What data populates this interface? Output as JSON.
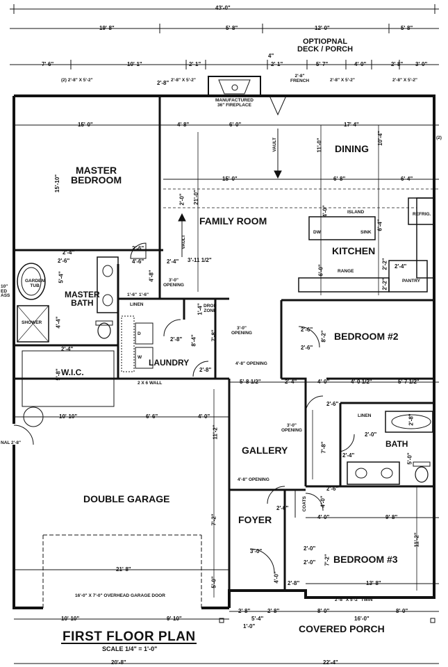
{
  "plan": {
    "title": "FIRST FLOOR PLAN",
    "scale": "SCALE 1/4\" = 1'-0\"",
    "rooms": {
      "master_bedroom": "MASTER\nBEDROOM",
      "master_bath": "MASTER\nBATH",
      "wic": "W.I.C.",
      "laundry": "LAUNDRY",
      "family_room": "FAMILY ROOM",
      "dining": "DINING",
      "kitchen": "KITCHEN",
      "bedroom2": "BEDROOM #2",
      "bedroom3": "BEDROOM #3",
      "bath": "BATH",
      "gallery": "GALLERY",
      "foyer": "FOYER",
      "double_garage": "DOUBLE GARAGE",
      "covered_porch": "COVERED PORCH",
      "optional_deck": "OPTIOPNAL\nDECK / PORCH"
    },
    "fixtures": {
      "fireplace": "MANUFACTURED\n36\" FIREPLACE",
      "garden_tub": "GARDEN\nTUB",
      "shower": "SHOWER",
      "linen1": "LINEN",
      "linen2": "LINEN",
      "drop_zone": "DROP\nZONE",
      "island": "ISLAND",
      "sink": "SINK",
      "dw": "DW",
      "refrig": "REFRIG.",
      "range": "RANGE",
      "pantry": "PANTRY",
      "coats": "COATS",
      "garage_door": "16'-0\" X 7'-0\" OVERHEAD GARAGE DOOR",
      "wall_note": "2 X 6 WALL",
      "vault1": "VAULT",
      "vault2": "VAULT",
      "french": "2'-8\"\nFRENCH",
      "window_twin": "2'-8\" X 5'-2\" TWIN",
      "w": "W",
      "d": "D"
    },
    "dims": {
      "d43": "43'-0\"",
      "d19_8": "19'-8\"",
      "d5_8a": "5'-8\"",
      "d12_0": "12'-0\"",
      "d5_8b": "5'-8\"",
      "d7_6": "7'-6\"",
      "d10_1": "10'-1\"",
      "d2_1a": "2'-1\"",
      "d4": "4\"",
      "d2_1b": "2'-1\"",
      "d5_7": "5'-7\"",
      "d4_0a": "4'-0\"",
      "d2_8a": "2'-8\"",
      "d3_0": "3'-0\"",
      "w2_8x5_2a": "(2) 2'-8\" X 5'-2\"",
      "w2_8x5_2b": "2'-8\" X 5'-2\"",
      "w2_8x5_2c": "2'-8\" X 5'-2\"",
      "w2_8x5_2d": "2'-8\" X 5'-2\"",
      "w2_8x5_2e": "(2)",
      "d15_0a": "15'-0\"",
      "d4_8a": "4'-8\"",
      "d6_0a": "6'-0\"",
      "d17_4": "17'-4\"",
      "d15_10": "15'-10\"",
      "d11_0": "11'-0\"",
      "d10_4": "10'-4\"",
      "d15_0b": "15'-0\"",
      "d6_8": "6'-8\"",
      "d6_4a": "6'-4\"",
      "d21_0": "21'-0\"",
      "d2_0a": "2'-0\"",
      "d4_0b": "4'-0\"",
      "d6_4b": "6'-4\"",
      "d2_6a": "2'-6\"",
      "d2_4a": "2'-4\"",
      "d2_6b": "2'-6\"",
      "d4_6": "4'-6\"",
      "d2_4b": "2'-4\"",
      "d3_11": "3'-11 1/2\"",
      "d5_4": "5'-4\"",
      "d4_8b": "4'-8\"",
      "d3_0open": "3'-0\"\nOPENING",
      "d1_6a": "1'-6\"",
      "d1_6b": "1'-6\"",
      "d6_0b": "6'-0\"",
      "d2_2a": "2'-2\"",
      "d2_2b": "2'-2\"",
      "d2_4c": "2'-4\"",
      "d4_4": "4'-4\"",
      "d2_4d": "2'-4\"",
      "d5_8c": "5'-8\"",
      "d1_4": "1'-4\"",
      "d2_8b": "2'-8\"",
      "d8_4": "8'-4\"",
      "d7_8a": "7'-8\"",
      "d3_0open2": "3'-0\"\nOPENING",
      "d2_6c": "2'-6\"",
      "d2_6d": "2'-6\"",
      "d8_2": "8'-2\"",
      "d4_8open": "4'-8\" OPENING",
      "d2_8c": "2'-8\"",
      "d5_8_5": "5'-8 1/2\"",
      "d2_4e": "2'-4\"",
      "d4_0c": "4'-0\"",
      "d4_0_5": "4'-0 1/2\"",
      "d5_7_5": "5'-7 1/2\"",
      "d10_10a": "10'-10\"",
      "d6_6": "6'-6\"",
      "d4_0d": "4'-0\"",
      "d2_6e": "2'-6\"",
      "d11_2a": "11'-2\"",
      "d3_0open3": "3'-0\"\nOPENING",
      "d2_0b": "2'-0\"",
      "d2_8d": "2'-8\"",
      "d7_8b": "7'-8\"",
      "d2_4f": "2'-4\"",
      "d5_0a": "5'-0\"",
      "d4_8open2": "4'-8\" OPENING",
      "d2_6f": "2'-6\"",
      "d4_0e": "4'-0\"",
      "d9_8": "9'-8\"",
      "d7_2a": "7'-2\"",
      "d2_0c": "2'-0\"",
      "d4_0f": "4'-0\"",
      "d2_0d": "2'-0\"",
      "d2_0e": "2'-0\"",
      "d7_2b": "7'-2\"",
      "d11_2b": "11'-2\"",
      "d3_0b": "3'-0\"",
      "d4_0g": "4'-0\"",
      "d2_8e": "2'-8\"",
      "d21_8": "21'-8\"",
      "d5_0b": "5'-0\"",
      "d13_8": "13'-8\"",
      "d2_8f": "2'-8\"",
      "d2_8g": "2'-8\"",
      "d8_0a": "8'-0\"",
      "d16_0": "16'-0\"",
      "d8_0b": "8'-0\"",
      "d5_4b": "5'-4\"",
      "d1_0": "1'-0\"",
      "d10_10b": "10'-10\"",
      "d9_10": "9'-10\"",
      "d20_8": "20'-8\"",
      "d22_4": "22'-4\"",
      "d2_8h": "2'-8\"",
      "d10_cut": "10\"\nED\nASS",
      "d2_cut": "(2)",
      "nal": "NAL 2'-8\""
    }
  }
}
